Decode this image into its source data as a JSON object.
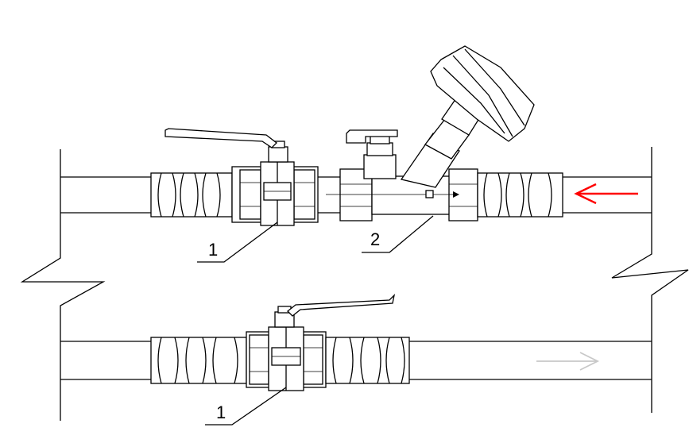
{
  "diagram": {
    "labels": {
      "upper_valve": "1",
      "balancing_valve": "2",
      "lower_valve": "1"
    },
    "colors": {
      "line": "#000000",
      "supply_arrow": "#ff0000",
      "return_arrow": "#c8c8c8"
    },
    "flow": {
      "upper": "right-to-left",
      "lower": "left-to-right"
    }
  }
}
